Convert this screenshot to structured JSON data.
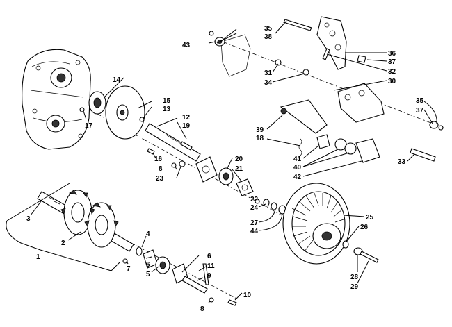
{
  "callouts": [
    {
      "id": "c1",
      "text": "1"
    },
    {
      "id": "c2",
      "text": "2"
    },
    {
      "id": "c3",
      "text": "3"
    },
    {
      "id": "c4",
      "text": "4"
    },
    {
      "id": "c5",
      "text": "5"
    },
    {
      "id": "c6a",
      "text": "6"
    },
    {
      "id": "c6b",
      "text": "6"
    },
    {
      "id": "c7",
      "text": "7"
    },
    {
      "id": "c8a",
      "text": "8"
    },
    {
      "id": "c8b",
      "text": "8"
    },
    {
      "id": "c9",
      "text": "9"
    },
    {
      "id": "c10",
      "text": "10"
    },
    {
      "id": "c11",
      "text": "11"
    },
    {
      "id": "c12",
      "text": "12"
    },
    {
      "id": "c13",
      "text": "13"
    },
    {
      "id": "c14",
      "text": "14"
    },
    {
      "id": "c15",
      "text": "15"
    },
    {
      "id": "c16",
      "text": "16"
    },
    {
      "id": "c17",
      "text": "17"
    },
    {
      "id": "c18",
      "text": "18"
    },
    {
      "id": "c19",
      "text": "19"
    },
    {
      "id": "c20",
      "text": "20"
    },
    {
      "id": "c21",
      "text": "21"
    },
    {
      "id": "c22",
      "text": "22"
    },
    {
      "id": "c23",
      "text": "23"
    },
    {
      "id": "c24",
      "text": "24"
    },
    {
      "id": "c25",
      "text": "25"
    },
    {
      "id": "c26",
      "text": "26"
    },
    {
      "id": "c27",
      "text": "27"
    },
    {
      "id": "c28",
      "text": "28"
    },
    {
      "id": "c29",
      "text": "29"
    },
    {
      "id": "c30",
      "text": "30"
    },
    {
      "id": "c31",
      "text": "31"
    },
    {
      "id": "c32",
      "text": "32"
    },
    {
      "id": "c33",
      "text": "33"
    },
    {
      "id": "c34",
      "text": "34"
    },
    {
      "id": "c35a",
      "text": "35"
    },
    {
      "id": "c35b",
      "text": "35"
    },
    {
      "id": "c36",
      "text": "36"
    },
    {
      "id": "c37a",
      "text": "37"
    },
    {
      "id": "c37b",
      "text": "37"
    },
    {
      "id": "c38",
      "text": "38"
    },
    {
      "id": "c39",
      "text": "39"
    },
    {
      "id": "c40",
      "text": "40"
    },
    {
      "id": "c41",
      "text": "41"
    },
    {
      "id": "c42",
      "text": "42"
    },
    {
      "id": "c43",
      "text": "43"
    },
    {
      "id": "c44",
      "text": "44"
    }
  ]
}
